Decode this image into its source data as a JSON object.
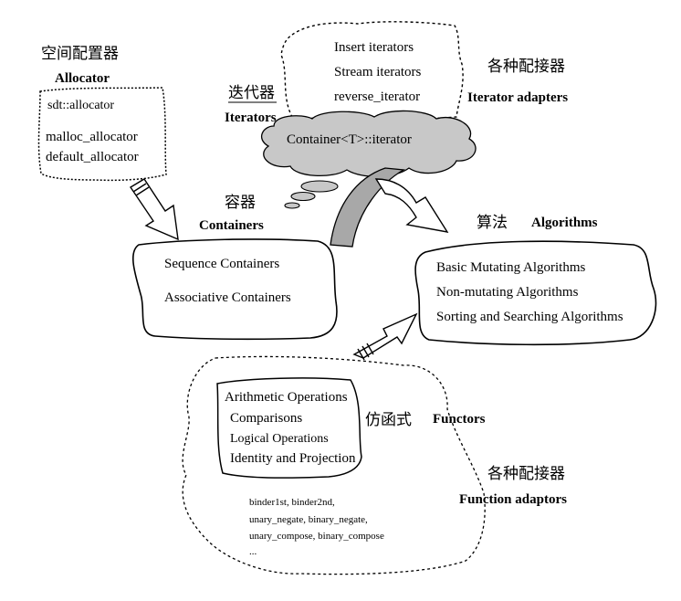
{
  "allocator": {
    "cn": "空间配置器",
    "en": "Allocator",
    "items": [
      "sdt::allocator",
      "malloc_allocator",
      "default_allocator"
    ]
  },
  "iterators": {
    "cn": "迭代器",
    "en": "Iterators",
    "cloud_label": "Container<T>::iterator"
  },
  "iterator_adapters": {
    "cn": "各种配接器",
    "en": "Iterator adapters",
    "items": [
      "Insert iterators",
      "Stream iterators",
      "reverse_iterator"
    ]
  },
  "containers": {
    "cn": "容器",
    "en": "Containers",
    "items": [
      "Sequence Containers",
      "Associative Containers"
    ]
  },
  "algorithms": {
    "cn": "算法",
    "en": "Algorithms",
    "items": [
      "Basic Mutating Algorithms",
      "Non-mutating Algorithms",
      "Sorting and Searching Algorithms"
    ]
  },
  "functors": {
    "cn": "仿函式",
    "en": "Functors",
    "items": [
      "Arithmetic Operations",
      "Comparisons",
      "Logical Operations",
      "Identity and Projection"
    ]
  },
  "function_adaptors": {
    "cn": "各种配接器",
    "en": "Function adaptors",
    "items": [
      "binder1st, binder2nd,",
      "unary_negate, binary_negate,",
      "unary_compose, binary_compose",
      "..."
    ]
  },
  "colors": {
    "cloud_fill": "#c8c8c8",
    "arrow_fill": "#a8a8a8",
    "line": "#000000"
  }
}
